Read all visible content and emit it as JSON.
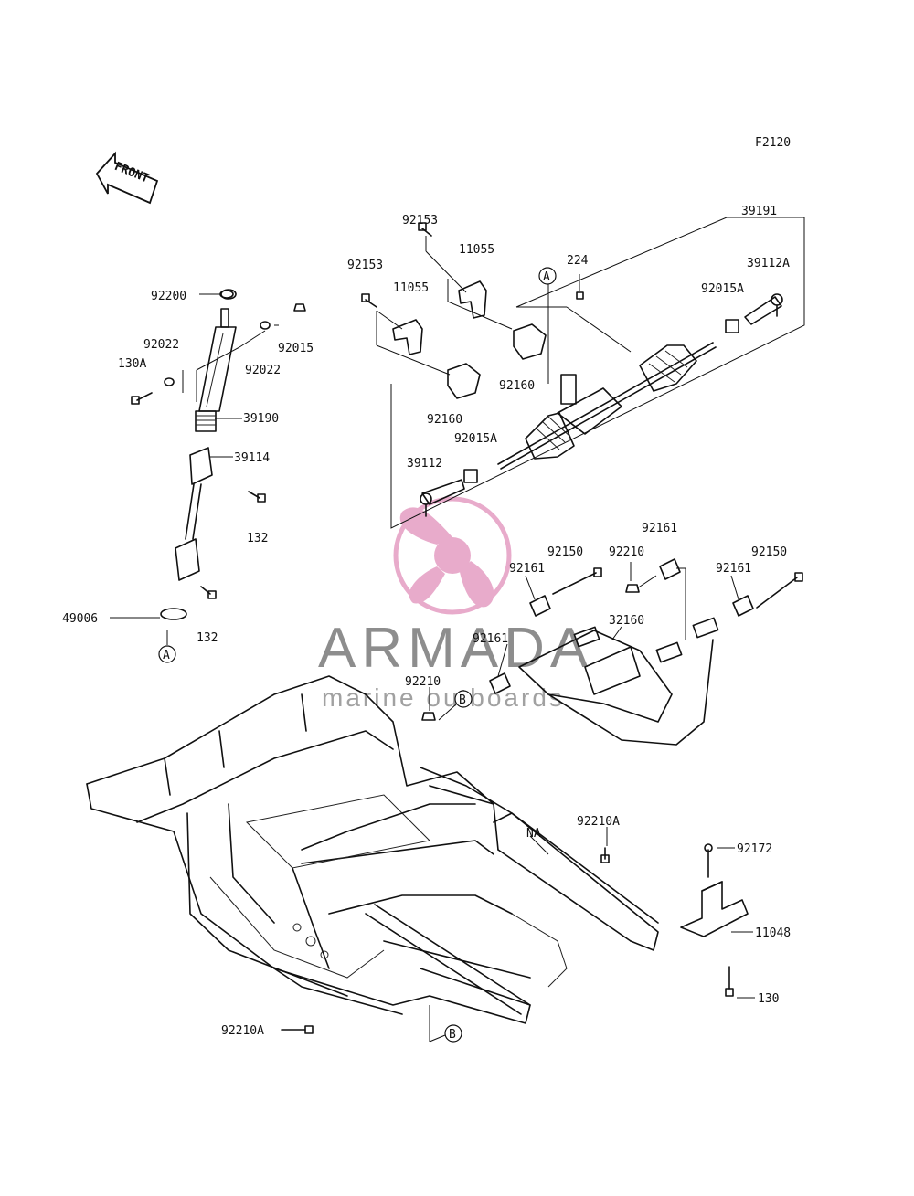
{
  "figure_code": "F2120",
  "front_arrow_text": "FRONT",
  "watermark": {
    "title": "ARMADA",
    "subtitle": "marine outboards",
    "color": "#e6a3c6"
  },
  "labels": {
    "p39191": "39191",
    "p92153a": "92153",
    "p92153b": "92153",
    "p11055a": "11055",
    "p11055b": "11055",
    "p224": "224",
    "p39112A": "39112A",
    "p92015A_r": "92015A",
    "p92160a": "92160",
    "p92160b": "92160",
    "p92015A_l": "92015A",
    "p39112": "39112",
    "callout_A_top": "A",
    "p92200": "92200",
    "p92022a": "92022",
    "p92022b": "92022",
    "p92015": "92015",
    "p130A": "130A",
    "p39190": "39190",
    "p39114": "39114",
    "p132a": "132",
    "p132b": "132",
    "p49006": "49006",
    "callout_A_bottom": "A",
    "p92150a": "92150",
    "p92210a": "92210",
    "p92161a": "92161",
    "p92161b": "92161",
    "p92161c": "92161",
    "p92161d": "92161",
    "p92150b": "92150",
    "p32160": "32160",
    "p92210b": "92210",
    "callout_B_mid": "B",
    "pNA": "NA",
    "p92210A_a": "92210A",
    "p92210A_b": "92210A",
    "p92172": "92172",
    "p11048": "11048",
    "p130": "130",
    "callout_B_bottom": "B"
  }
}
